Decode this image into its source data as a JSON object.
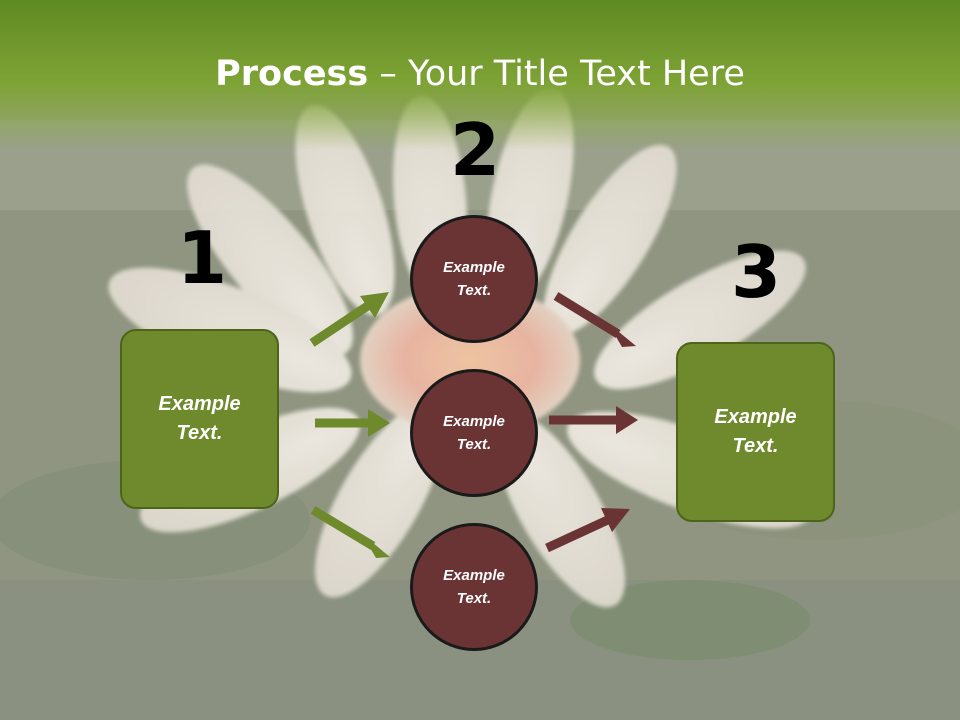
{
  "slide": {
    "title_bold": "Process",
    "title_rest": " – Your Title Text Here"
  },
  "colors": {
    "title_band": "#6f9a2a",
    "green_box": "#6e8a2c",
    "maroon_circle": "#6a3434",
    "green_arrow": "#6f8a2c",
    "maroon_arrow": "#6a3434"
  },
  "steps": {
    "step1": {
      "number": "1",
      "label": "Example\nText."
    },
    "step2": {
      "number": "2"
    },
    "step3": {
      "number": "3",
      "label": "Example\nText."
    }
  },
  "circles": [
    {
      "label": "Example\nText."
    },
    {
      "label": "Example\nText."
    },
    {
      "label": "Example\nText."
    }
  ]
}
